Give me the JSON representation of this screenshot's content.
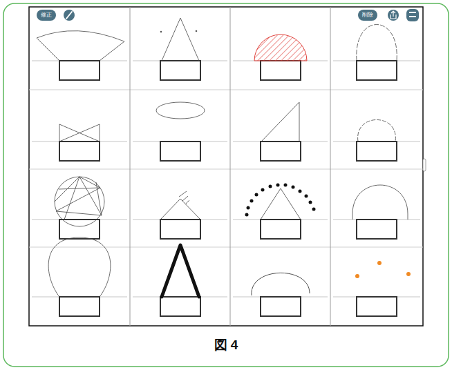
{
  "diagram": {
    "caption": "図 4",
    "nodes": [
      {
        "text": [
          "修正"
        ]
      },
      {
        "text": [
          "削除"
        ]
      }
    ]
  }
}
